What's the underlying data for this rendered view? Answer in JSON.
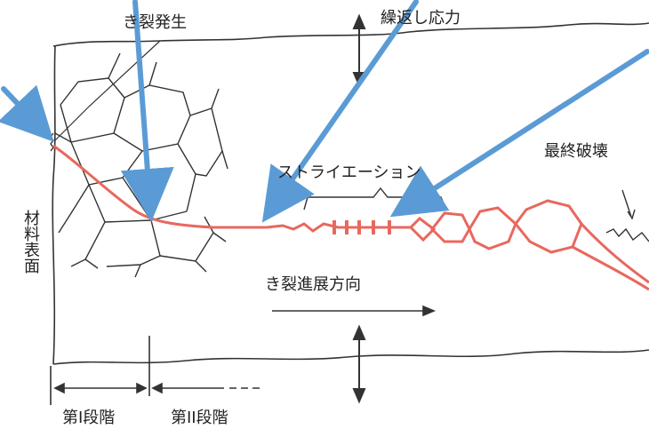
{
  "labels": {
    "crack_initiation": "き裂発生",
    "cyclic_stress": "繰返し応力",
    "striation": "ストライエーション",
    "final_fracture": "最終破壊",
    "material_surface": "材料表面",
    "crack_propagation_direction": "き裂進展方向",
    "stage_one": "第I段階",
    "stage_two": "第II段階"
  },
  "colors": {
    "outline": "#333333",
    "crack": "#e8685e",
    "pointer_arrow": "#5b9bd5"
  }
}
